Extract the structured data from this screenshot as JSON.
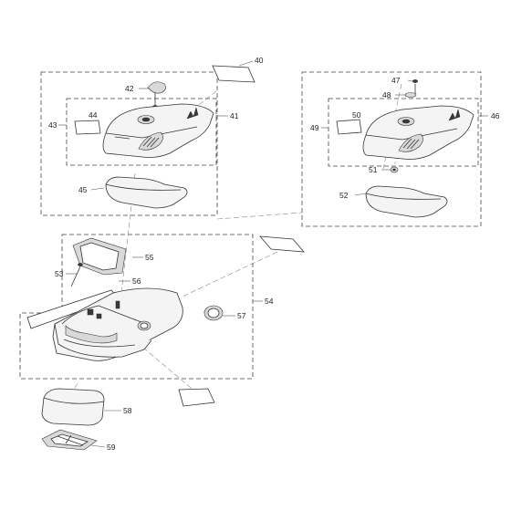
{
  "callouts": {
    "c40": "40",
    "c41": "41",
    "c42": "42",
    "c43": "43",
    "c44": "44",
    "c45": "45",
    "c46": "46",
    "c47": "47",
    "c48": "48",
    "c49": "49",
    "c50": "50",
    "c51": "51",
    "c52": "52",
    "c53": "53",
    "c54": "54",
    "c55": "55",
    "c56": "56",
    "c57": "57",
    "c58": "58",
    "c59": "59"
  },
  "colors": {
    "line": "#333333",
    "dash": "#444444",
    "fill": "#f4f4f4",
    "shade": "#d9d9d9"
  }
}
